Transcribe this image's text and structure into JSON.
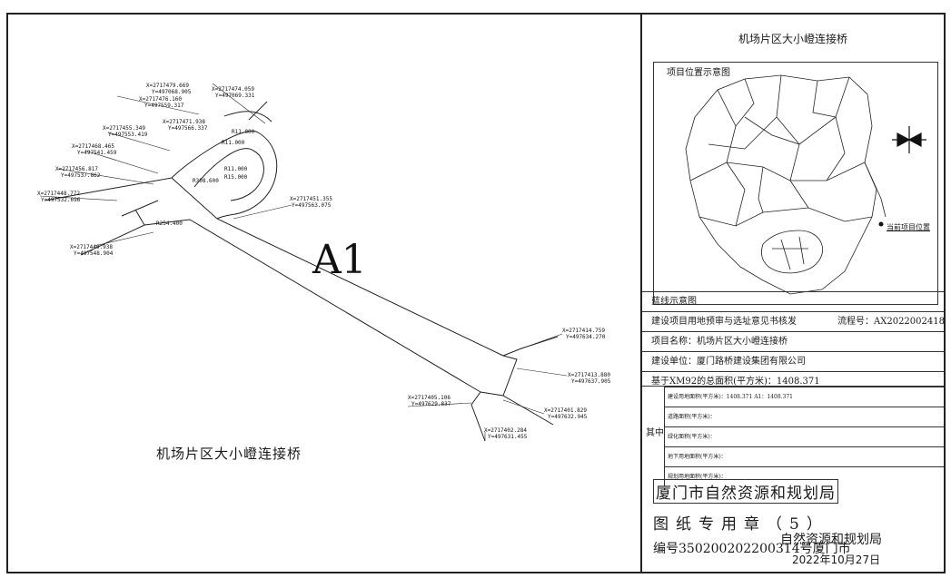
{
  "drawing": {
    "area_label": "A1",
    "project_name": "机场片区大小嶝连接桥",
    "radius_labels": [
      "R11.000",
      "R11.000",
      "R11.000",
      "R15.000",
      "R308.600",
      "R254.400"
    ],
    "coord_labels": [
      [
        "X=2717479.669",
        "Y=497068.905"
      ],
      [
        "X=2717474.059",
        "Y=497069.331"
      ],
      [
        "X=2717476.160",
        "Y=497559.317"
      ],
      [
        "X=2717471.938",
        "Y=497566.337"
      ],
      [
        "X=2717455.349",
        "Y=497553.419"
      ],
      [
        "X=2717468.465",
        "Y=497541.459"
      ],
      [
        "X=2717456.817",
        "Y=497537.862"
      ],
      [
        "X=2717448.772",
        "Y=497532.696"
      ],
      [
        "X=2717451.355",
        "Y=497563.075"
      ],
      [
        "X=2717440.938",
        "Y=497548.904"
      ],
      [
        "X=2717414.759",
        "Y=497634.270"
      ],
      [
        "X=2717413.880",
        "Y=497637.905"
      ],
      [
        "X=2717405.106",
        "Y=497629.837"
      ],
      [
        "X=2717401.829",
        "Y=497632.945"
      ],
      [
        "X=2717402.284",
        "Y=497631.455"
      ]
    ]
  },
  "panel": {
    "title": "机场片区大小嶝连接桥",
    "map_title": "项目位置示意图",
    "map_marker": "当前项目位置",
    "rows": {
      "redline": "蓝线示意图",
      "issue": "建设项目用地预审与选址意见书核发",
      "serial": "流程号：AX2022002418",
      "name": "项目名称：机场片区大小嶝连接桥",
      "unit": "建设单位：厦门路桥建设集团有限公司",
      "area": "基于XM92的总面积(平方米)：1408.371"
    },
    "sub_label": "其中",
    "sub_rows": [
      "建设用地面积(平方米)：1408.371 A1：1408.371",
      "道路面积(平方米)：",
      "绿化面积(平方米)：",
      "地下用地面积(平方米)：",
      "规划用地面积(平方米)："
    ],
    "stamp": {
      "bureau_box": "厦门市自然资源和规划局",
      "seal": "图纸专用章（5）",
      "doc_no": "编号350200202200314号厦门市",
      "bureau_tail": "自然资源和规划局",
      "date": "2022年10月27日"
    }
  }
}
